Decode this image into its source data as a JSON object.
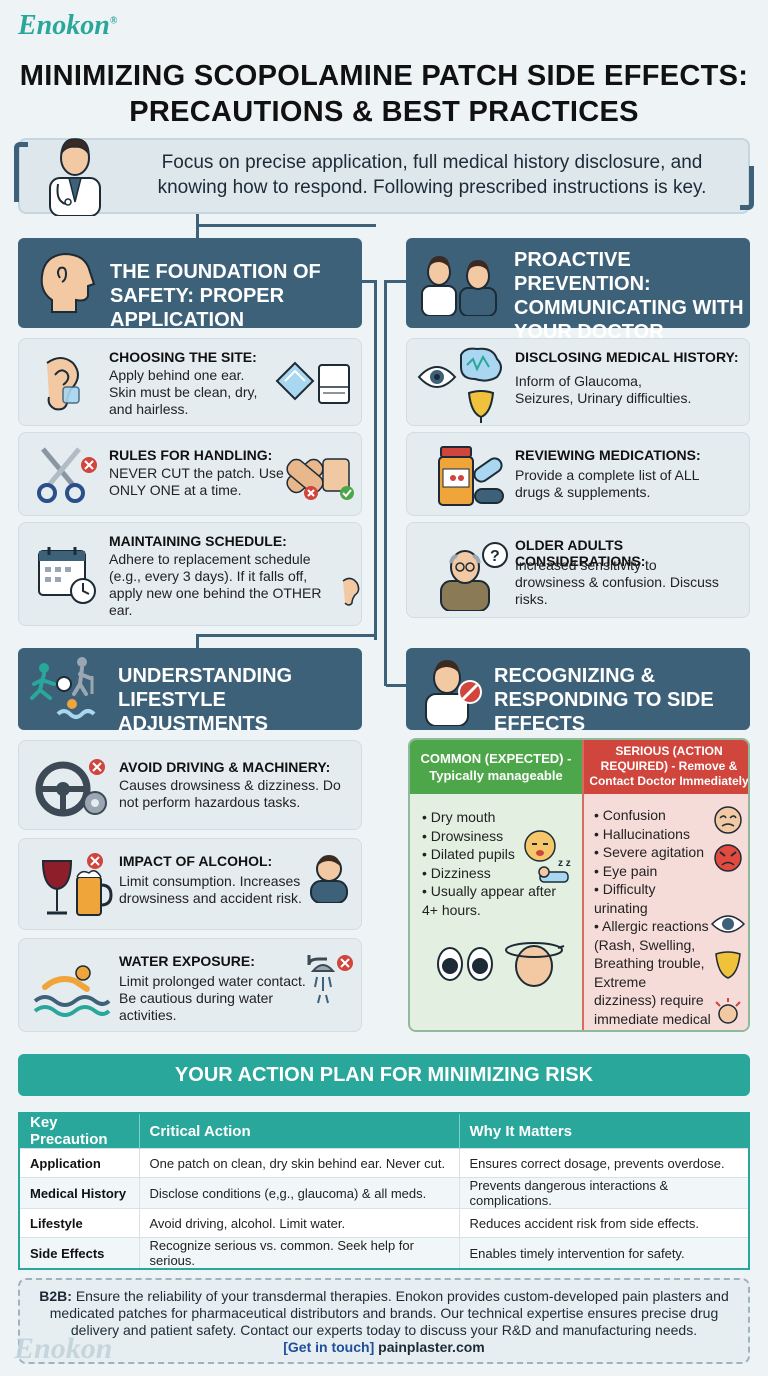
{
  "brand": {
    "name": "Enokon",
    "mark": "®"
  },
  "title": {
    "line1": "MINIMIZING SCOPOLAMINE PATCH SIDE EFFECTS:",
    "line2": "PRECAUTIONS & BEST PRACTICES"
  },
  "intro": {
    "text": "Focus on precise application, full medical history disclosure, and knowing how to respond. Following prescribed instructions is key."
  },
  "sections": {
    "application": {
      "title": "THE FOUNDATION OF SAFETY: PROPER APPLICATION",
      "cards": [
        {
          "heading": "CHOOSING THE SITE:",
          "body": "Apply behind one ear. Skin must be clean, dry, and hairless."
        },
        {
          "heading": "RULES FOR HANDLING:",
          "body": "NEVER CUT the patch. Use ONLY ONE at a time."
        },
        {
          "heading": "MAINTAINING SCHEDULE:",
          "body": "Adhere to replacement schedule (e.g., every 3 days). If it falls off, apply new one behind the OTHER ear."
        }
      ]
    },
    "doctor": {
      "title": "PROACTIVE PREVENTION: COMMUNICATING WITH YOUR DOCTOR",
      "cards": [
        {
          "heading": "DISCLOSING MEDICAL HISTORY:",
          "body": "Inform of Glaucoma, Seizures, Urinary difficulties."
        },
        {
          "heading": "REVIEWING MEDICATIONS:",
          "body": "Provide a complete list of ALL drugs & supplements."
        },
        {
          "heading": "OLDER ADULTS CONSIDERATIONS:",
          "body": "Increased sensitivity to drowsiness & confusion. Discuss risks."
        }
      ]
    },
    "lifestyle": {
      "title": "UNDERSTANDING LIFESTYLE ADJUSTMENTS",
      "cards": [
        {
          "heading": "AVOID DRIVING & MACHINERY:",
          "body": "Causes drowsiness & dizziness. Do not perform hazardous tasks."
        },
        {
          "heading": "IMPACT OF ALCOHOL:",
          "body": "Limit consumption. Increases drowsiness and accident risk."
        },
        {
          "heading": "WATER EXPOSURE:",
          "body": "Limit prolonged water contact. Be cautious during water activities."
        }
      ]
    },
    "side_effects": {
      "title": "RECOGNIZING & RESPONDING TO SIDE EFFECTS",
      "common": {
        "heading": "COMMON (EXPECTED) - Typically manageable",
        "items": [
          "Dry mouth",
          "Drowsiness",
          "Dilated pupils",
          "Dizziness",
          "Usually appear after 4+ hours."
        ]
      },
      "serious": {
        "heading": "SERIOUS (ACTION REQUIRED) - Remove & Contact Doctor Immediately",
        "items": [
          "Confusion",
          "Hallucinations",
          "Severe agitation",
          "Eye pain",
          "Difficulty urinating",
          "Allergic reactions (Rash, Swelling, Breathing trouble, Extreme dizziness) require immediate medical attention."
        ]
      }
    }
  },
  "plan": {
    "title": "YOUR ACTION PLAN FOR MINIMIZING RISK",
    "headers": [
      "Key Precaution",
      "Critical Action",
      "Why It Matters"
    ],
    "rows": [
      [
        "Application",
        "One patch on clean, dry skin behind ear. Never cut.",
        "Ensures correct dosage, prevents overdose."
      ],
      [
        "Medical History",
        "Disclose conditions (e,g., glaucoma) & all meds.",
        "Prevents dangerous interactions & complications."
      ],
      [
        "Lifestyle",
        "Avoid driving, alcohol. Limit water.",
        "Reduces accident risk from side effects."
      ],
      [
        "Side Effects",
        "Recognize serious vs. common. Seek help for serious.",
        "Enables timely intervention for safety."
      ]
    ]
  },
  "b2b": {
    "lead": "B2B:",
    "text": "Ensure the reliability of your transdermal therapies. Enokon provides custom-developed pain plasters and medicated patches for pharmaceutical distributors and brands. Our technical expertise ensures precise drug delivery and patient safety. Contact our experts today to discuss your R&D and manufacturing needs.",
    "cta": "[Get in touch]",
    "url": "painplaster.com"
  },
  "colors": {
    "navy": "#3d6179",
    "teal": "#2aa79b",
    "green": "#4ea64a",
    "red": "#d0463c"
  }
}
